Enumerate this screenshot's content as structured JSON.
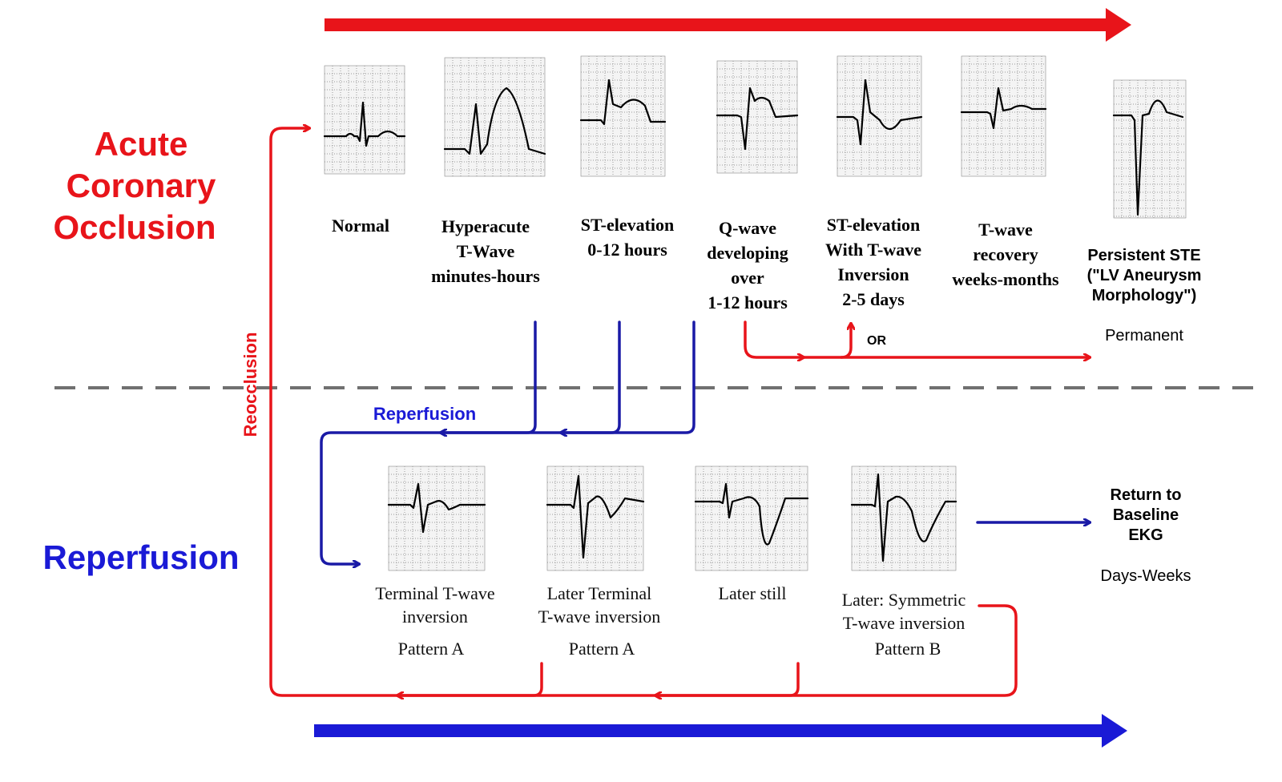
{
  "colors": {
    "occlusion_red": "#e8141a",
    "reperfusion_blue": "#1a1ad6",
    "flow_blue": "#1a1aa6",
    "divider_gray": "#707070"
  },
  "sections": {
    "occlusion_line1": "Acute",
    "occlusion_line2": "Coronary",
    "occlusion_line3": "Occlusion",
    "reperfusion_title": "Reperfusion"
  },
  "occlusion_stages": [
    {
      "line1": "Normal",
      "line2": "",
      "line3": "",
      "line4": ""
    },
    {
      "line1": "Hyperacute",
      "line2": "T-Wave",
      "line3": "minutes-hours",
      "line4": ""
    },
    {
      "line1": "ST-elevation",
      "line2": "0-12 hours",
      "line3": "",
      "line4": ""
    },
    {
      "line1": "Q-wave",
      "line2": "developing",
      "line3": "over",
      "line4": "1-12 hours"
    },
    {
      "line1": "ST-elevation",
      "line2": "With T-wave",
      "line3": "Inversion",
      "line4": "2-5 days"
    },
    {
      "line1": "T-wave",
      "line2": "recovery",
      "line3": "weeks-months",
      "line4": ""
    },
    {
      "line1": "Persistent STE",
      "line2": "(\"LV Aneurysm",
      "line3": "Morphology\")",
      "line4": ""
    }
  ],
  "persistent_note": "Permanent",
  "or_label": "OR",
  "reperfusion_label": "Reperfusion",
  "reocclusion_label": "Reocclusion",
  "reperfusion_stages": [
    {
      "line1": "Terminal T-wave",
      "line2": "inversion",
      "pattern": "Pattern A"
    },
    {
      "line1": "Later Terminal",
      "line2": "T-wave inversion",
      "pattern": "Pattern A"
    },
    {
      "line1": "Later still",
      "line2": "",
      "pattern": ""
    },
    {
      "line1": "Later: Symmetric",
      "line2": "T-wave inversion",
      "pattern": "Pattern B"
    }
  ],
  "baseline": {
    "line1": "Return to",
    "line2": "Baseline",
    "line3": "EKG",
    "duration": "Days-Weeks"
  }
}
